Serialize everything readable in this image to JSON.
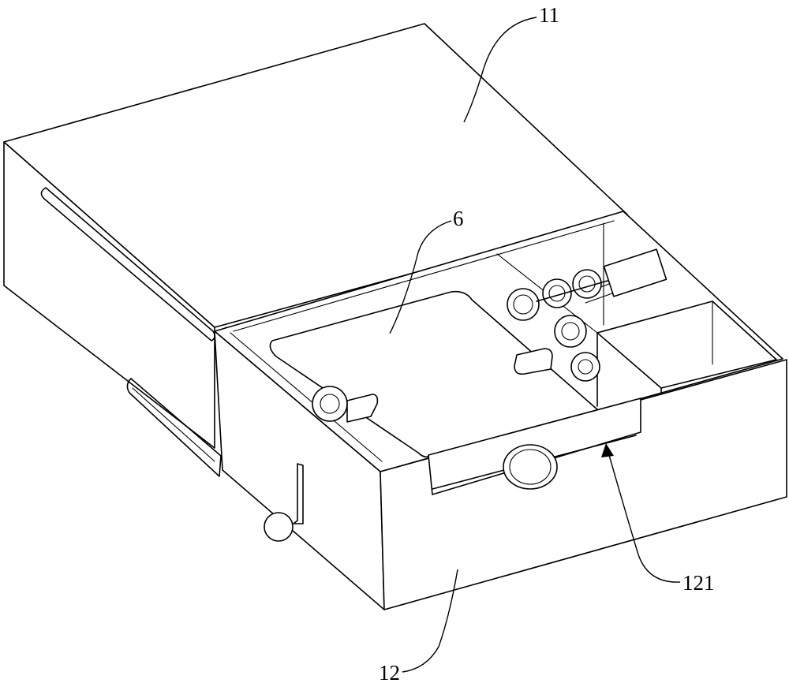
{
  "labels": {
    "top_cover": "11",
    "drawer": "12",
    "plate": "6",
    "slot_strip": "121"
  }
}
